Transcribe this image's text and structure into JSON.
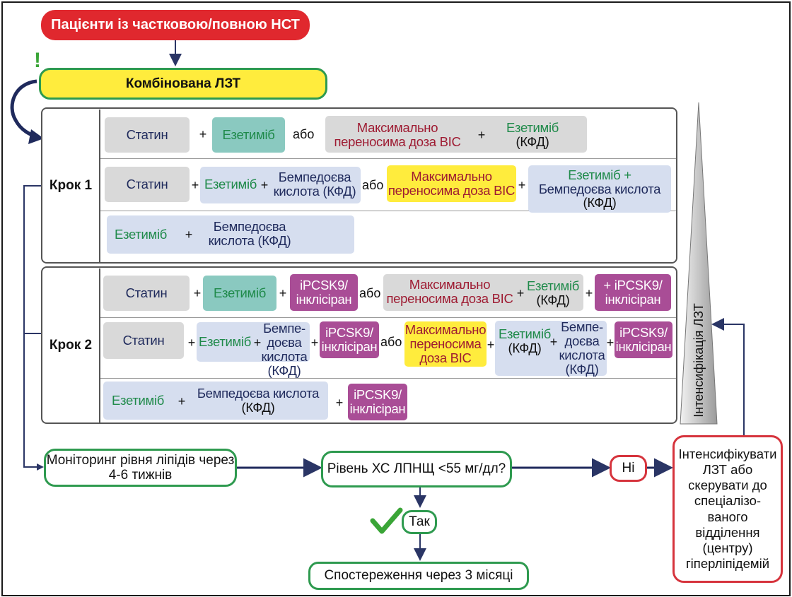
{
  "title": "Пацієнти із частковою/повною НСТ",
  "combined": "Комбінована ЛЗТ",
  "exclamation": "!",
  "step1": {
    "label": "Крок 1",
    "row1": {
      "statin": "Статин",
      "plus1": "+",
      "ezetimibe": "Езетиміб",
      "or": "або",
      "maxdose": "Максимально переносима доза ВІС",
      "plus2": "+",
      "ezetimibe2": "Езетиміб",
      "fdc": "(КФД)"
    },
    "row2": {
      "statin": "Статин",
      "plus1": "+",
      "ezetimibe": "Езетиміб",
      "plus2": "+",
      "bempedoic": "Бемпедоєва кислота (КФД)",
      "or": "або",
      "maxdose": "Максимально переносима доза ВІС",
      "plus3": "+",
      "ezet_bemp1": "Езетиміб +",
      "ezet_bemp2": "Бемпедоєва кислота",
      "fdc": "(КФД)"
    },
    "row3": {
      "ezetimibe": "Езетиміб",
      "plus": "+",
      "bempedoic": "Бемпедоєва кислота (КФД)"
    }
  },
  "step2": {
    "label": "Крок 2",
    "row1": {
      "statin": "Статин",
      "plus1": "+",
      "ezetimibe": "Езетиміб",
      "plus2": "+",
      "pcsk9": "iPCSK9/ інклісіран",
      "or": "або",
      "maxdose": "Максимально переносима доза ВІС",
      "plus3": "+",
      "ezetimibe2": "Езетиміб",
      "fdc": "(КФД)",
      "plus4": "+",
      "pcsk9b": "+ iPCSK9/ інклісіран"
    },
    "row2": {
      "statin": "Статин",
      "plus1": "+",
      "ezetimibe": "Езетиміб",
      "plus2": "+",
      "bempedoic": "Бемпе-доєва кислота (КФД)",
      "plus3": "+",
      "pcsk9": "iPCSK9/ інклісіран",
      "or": "або",
      "maxdose": "Максимально переносима доза ВІС",
      "plus4": "+",
      "ezetimibe2": "Езетиміб",
      "fdc": "(КФД)",
      "plus5": "+",
      "bempedoic2": "Бемпе-доєва кислота (КФД)",
      "plus6": "+",
      "pcsk9b": "iPCSK9/ інклісіран"
    },
    "row3": {
      "ezetimibe": "Езетиміб",
      "plus1": "+",
      "bempedoic": "Бемпедоєва кислота",
      "fdc": "(КФД)",
      "plus2": "+",
      "pcsk9": "iPCSK9/ інклісіран"
    }
  },
  "intensification": "Інтенсифікація ЛЗТ",
  "monitoring": "Моніторинг рівня ліпідів через 4-6 тижнів",
  "ldl_question": "Рівень ХС ЛПНЩ <55 мг/дл?",
  "no": "Ні",
  "yes": "Так",
  "observation": "Спостереження через 3 місяці",
  "intensify_box": "Інтенсифікувати ЛЗТ або скерувати до спеціалізо-ваного відділення (центру) гіперліпідемій",
  "colors": {
    "red": "#e0282e",
    "yellow": "#ffec3d",
    "green_border": "#2e9a4f",
    "navy": "#1f2a5c",
    "magenta": "#a94d96",
    "teal": "#8ac9c0"
  }
}
